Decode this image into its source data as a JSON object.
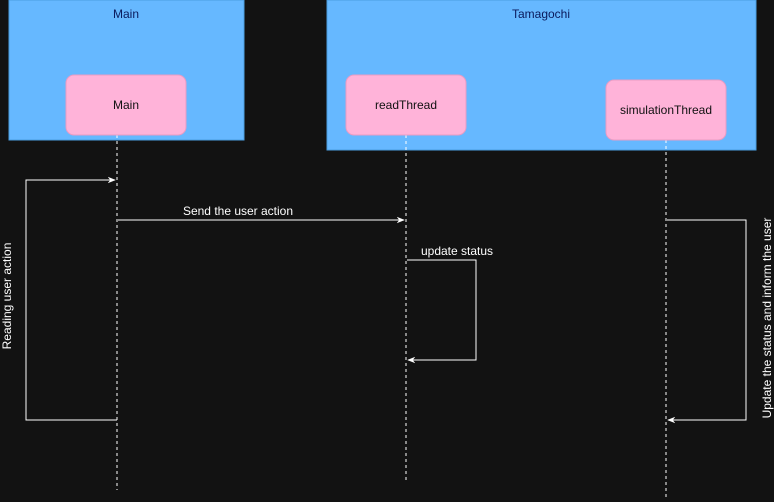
{
  "containers": {
    "main": {
      "title": "Main"
    },
    "tamagochi": {
      "title": "Tamagochi"
    }
  },
  "lifelines": {
    "main": {
      "label": "Main"
    },
    "read_thread": {
      "label": "readThread"
    },
    "simulation_thread": {
      "label": "simulationThread"
    }
  },
  "messages": {
    "reading_user_action": "Reading user action",
    "send_user_action": "Send the user action",
    "update_status": "update status",
    "update_and_inform": "Update the status and inform the user"
  },
  "colors": {
    "background": "#121212",
    "container_fill": "#66b8ff",
    "container_text": "#0a1a5c",
    "lifeline_fill": "#ffb3d9",
    "lifeline_text": "#111111",
    "arrow": "#ffffff"
  }
}
